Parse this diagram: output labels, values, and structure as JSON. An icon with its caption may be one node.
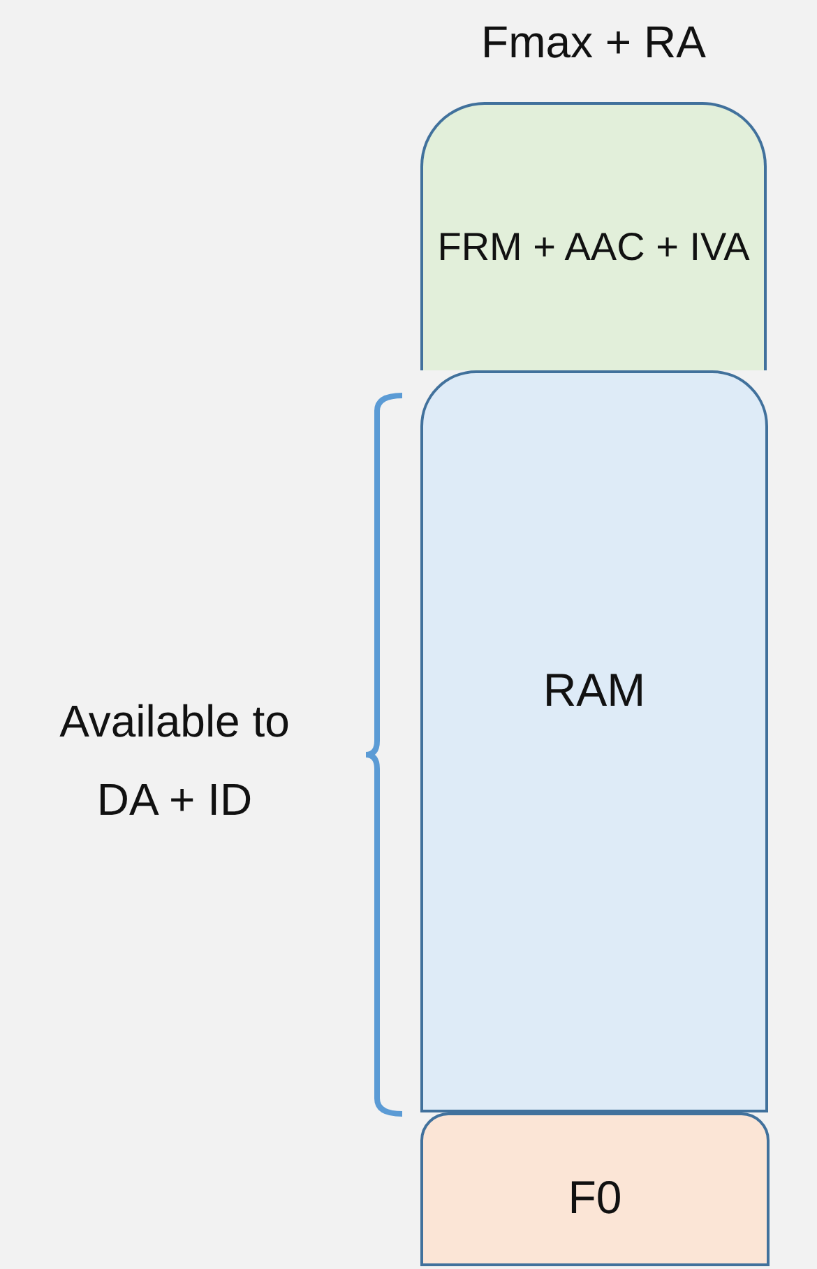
{
  "diagram": {
    "nodes": [
      {
        "text": [
          "FRM + AAC + IVA"
        ],
        "beside": [
          "Fmax + RA"
        ]
      },
      {
        "text": [
          "RAM"
        ]
      },
      {
        "text": [
          "F0"
        ]
      }
    ],
    "labels": [
      "Available to DA + ID"
    ]
  }
}
